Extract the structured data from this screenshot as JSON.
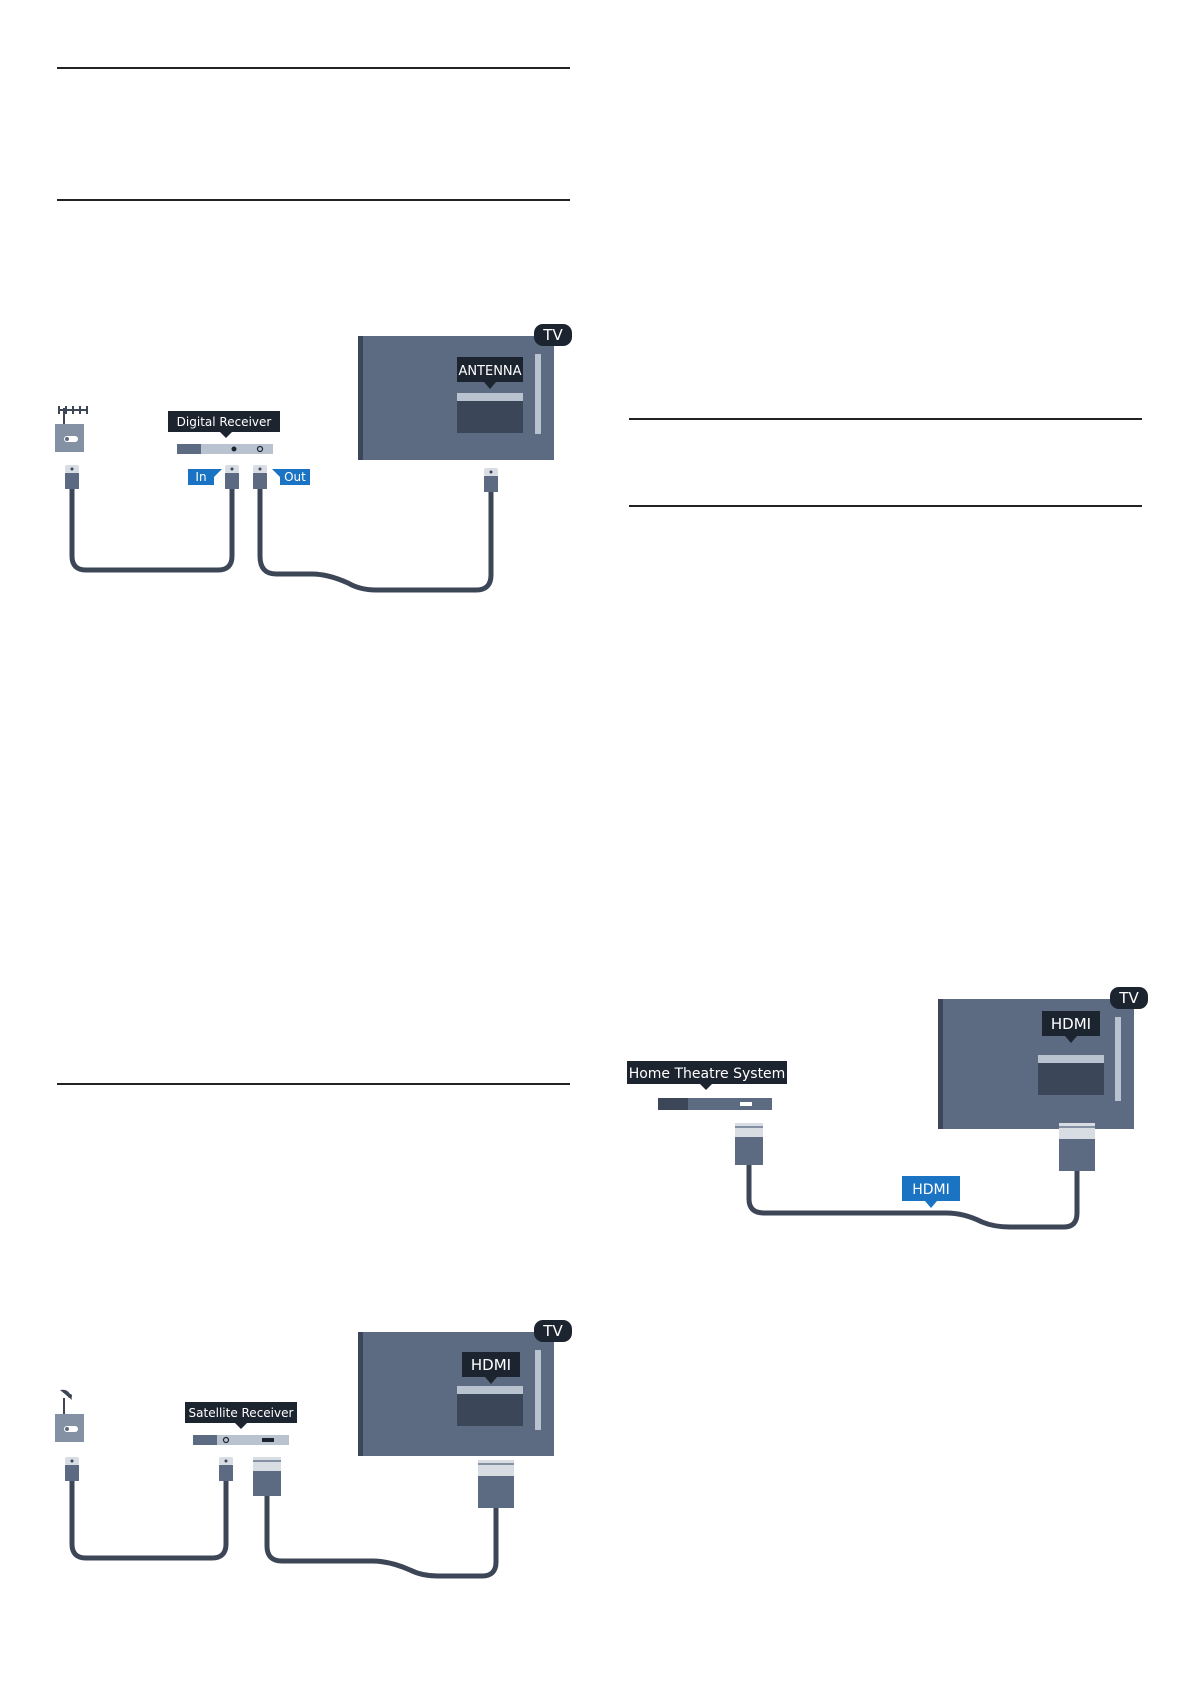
{
  "diagrams": {
    "antenna": {
      "tv_badge": "TV",
      "tv_port_label": "ANTENNA",
      "device_label": "Digital Receiver",
      "in_label": "In",
      "out_label": "Out"
    },
    "satellite": {
      "tv_badge": "TV",
      "tv_port_label": "HDMI",
      "device_label": "Satellite Receiver"
    },
    "home_theatre": {
      "tv_badge": "TV",
      "tv_port_label": "HDMI",
      "device_label": "Home Theatre System",
      "cable_label": "HDMI"
    }
  },
  "colors": {
    "tv_body": "#5d6b82",
    "tv_dark": "#3b4658",
    "cable": "#3c4657",
    "label_dark": "#1c2430",
    "label_blue": "#1b74c3",
    "connector_light": "#d8dde4"
  }
}
